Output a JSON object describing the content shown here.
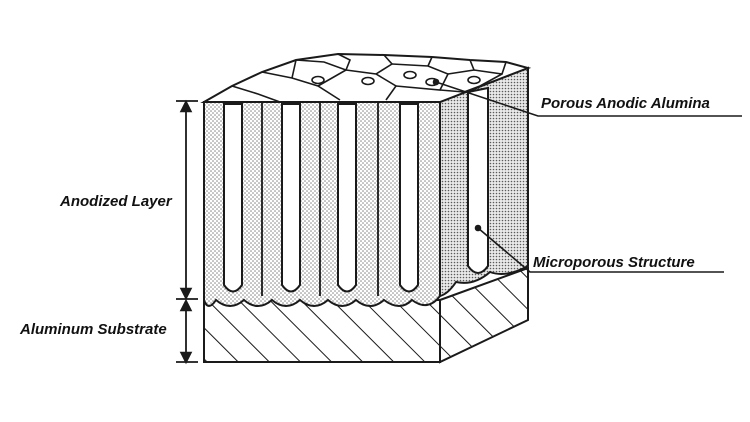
{
  "diagram": {
    "labels": {
      "porous_anodic_alumina": "Porous Anodic Alumina",
      "microporous_structure": "Microporous Structure",
      "anodized_layer": "Anodized Layer",
      "aluminum_substrate": "Aluminum Substrate"
    },
    "colors": {
      "line": "#1a1a1a",
      "stipple": "#8a8a8a",
      "background": "#ffffff"
    }
  }
}
